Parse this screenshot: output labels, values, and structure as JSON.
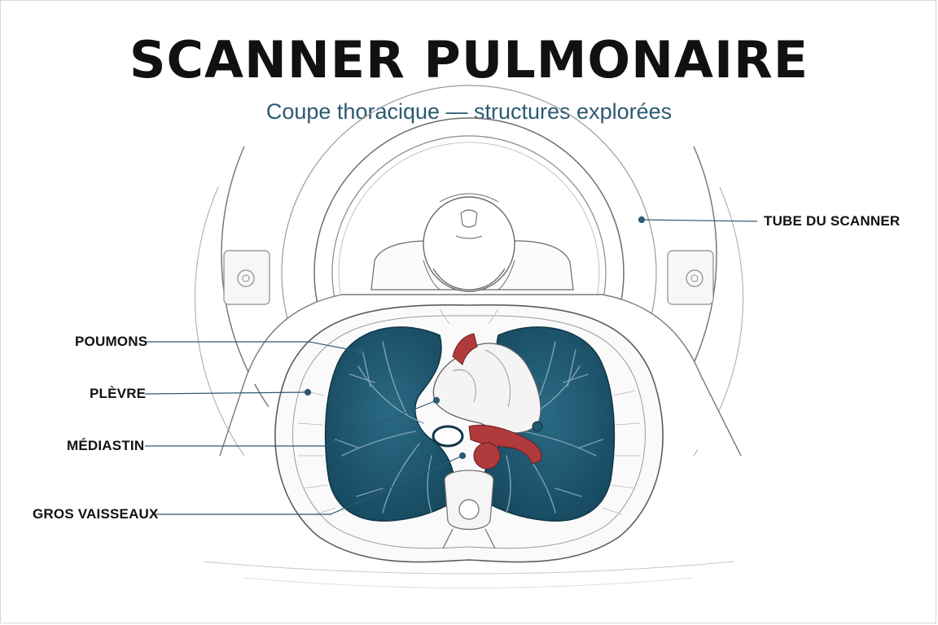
{
  "title": "SCANNER PULMONAIRE",
  "subtitle": "Coupe thoracique — structures explorées",
  "labels": {
    "tube": "TUBE DU SCANNER",
    "poumons": "POUMONS",
    "plevre": "PLÈVRE",
    "mediastin": "MÉDIASTIN",
    "vaisseaux": "GROS VAISSEAUX"
  },
  "colors": {
    "lung": "#1f5870",
    "vessel": "#b03a3c",
    "accent_text": "#2b5a72",
    "leader": "#2b5a72"
  }
}
